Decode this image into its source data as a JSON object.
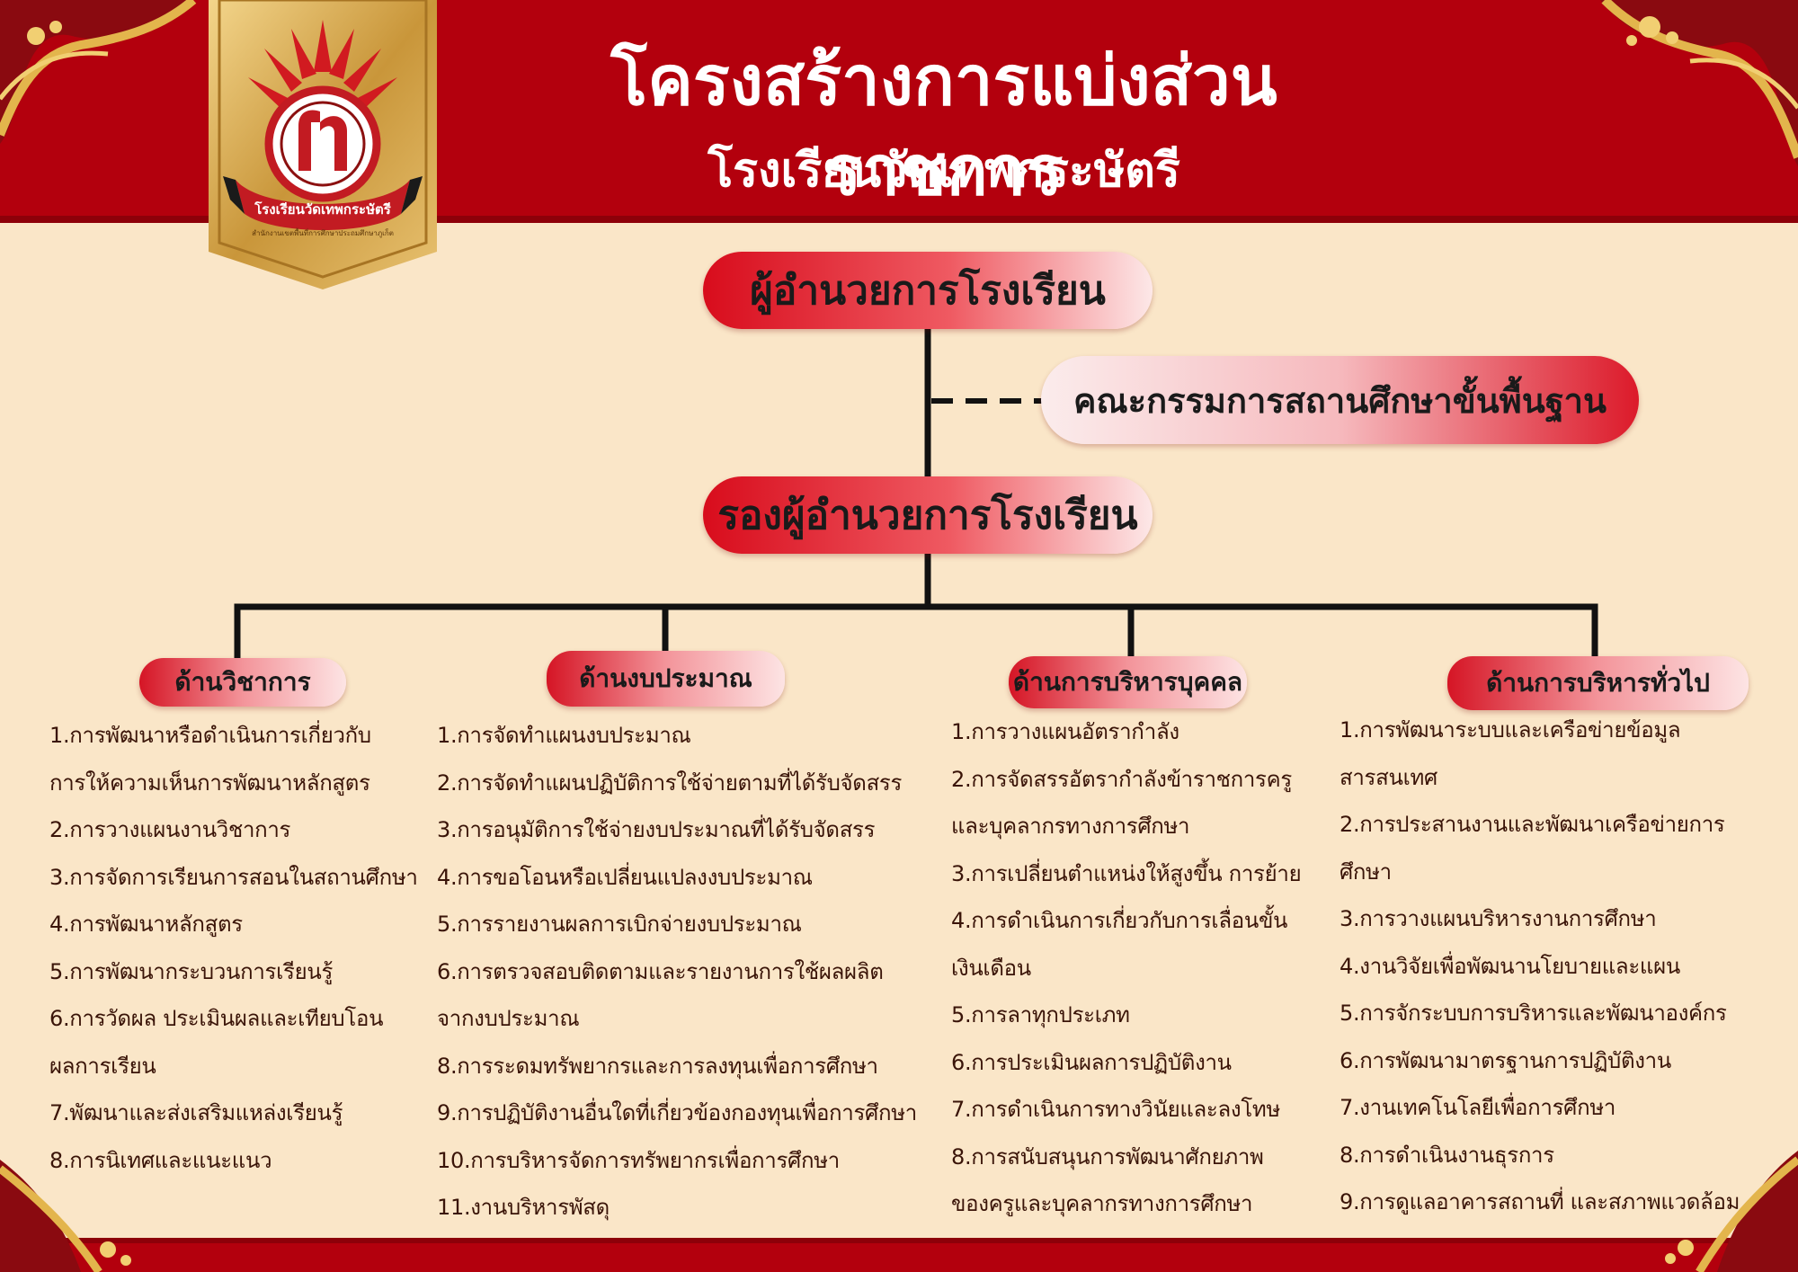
{
  "title": "โครงสร้างการแบ่งส่วนราชการ",
  "subtitle": "โรงเรียนวัดเทพกระษัตรี",
  "logo": {
    "text": "โรงเรียนวัดเทพกระษัตรี",
    "subtext": "สำนักงานเขตพื้นที่การศึกษาประถมศึกษาภูเก็ต",
    "emblem_letter": "ท",
    "icon": "school-emblem-icon"
  },
  "nodes": {
    "director": "ผู้อำนวยการโรงเรียน",
    "board": "คณะกรรมการสถานศึกษาขั้นพื้นฐาน",
    "deputy": "รองผู้อำนวยการโรงเรียน"
  },
  "departments": [
    {
      "name": "ด้านวิชาการ",
      "lines": [
        "1.การพัฒนาหรือดำเนินการเกี่ยวกับ",
        "การให้ความเห็นการพัฒนาหลักสูตร",
        "2.การวางแผนงานวิชาการ",
        "3.การจัดการเรียนการสอนในสถานศึกษา",
        "4.การพัฒนาหลักสูตร",
        "5.การพัฒนากระบวนการเรียนรู้",
        "6.การวัดผล ประเมินผลและเทียบโอน",
        "ผลการเรียน",
        "7.พัฒนาและส่งเสริมแหล่งเรียนรู้",
        "8.การนิเทศและแนะแนว"
      ]
    },
    {
      "name": "ด้านงบประมาณ",
      "lines": [
        "1.การจัดทำแผนงบประมาณ",
        "2.การจัดทำแผนปฏิบัติการใช้จ่ายตามที่ได้รับจัดสรร",
        "3.การอนุมัติการใช้จ่ายงบประมาณที่ได้รับจัดสรร",
        "4.การขอโอนหรือเปลี่ยนแปลงงบประมาณ",
        "5.การรายงานผลการเบิกจ่ายงบประมาณ",
        "6.การตรวจสอบติดตามและรายงานการใช้ผลผลิต",
        "จากงบประมาณ",
        "8.การระดมทรัพยากรและการลงทุนเพื่อการศึกษา",
        "9.การปฏิบัติงานอื่นใดที่เกี่ยวข้องกองทุนเพื่อการศึกษา",
        "10.การบริหารจัดการทรัพยากรเพื่อการศึกษา",
        "11.งานบริหารพัสดุ"
      ]
    },
    {
      "name": "ด้านการบริหารบุคคล",
      "lines": [
        "1.การวางแผนอัตรากำลัง",
        "2.การจัดสรรอัตรากำลังข้าราชการครู",
        "และบุคลากรทางการศึกษา",
        "3.การเปลี่ยนตำแหน่งให้สูงขึ้น การย้าย",
        "4.การดำเนินการเกี่ยวกับการเลื่อนขั้น",
        "เงินเดือน",
        "5.การลาทุกประเภท",
        "6.การประเมินผลการปฏิบัติงาน",
        "7.การดำเนินการทางวินัยและลงโทษ",
        "8.การสนับสนุนการพัฒนาศักยภาพ",
        "ของครูและบุคลากรทางการศึกษา"
      ]
    },
    {
      "name": "ด้านการบริหารทั่วไป",
      "lines": [
        "1.การพัฒนาระบบและเครือข่ายข้อมูล",
        "สารสนเทศ",
        "2.การประสานงานและพัฒนาเครือข่ายการ",
        "ศึกษา",
        "3.การวางแผนบริหารงานการศึกษา",
        "4.งานวิจัยเพื่อพัฒนานโยบายและแผน",
        "5.การจักระบบการบริหารและพัฒนาองค์กร",
        "6.การพัฒนามาตรฐานการปฏิบัติงาน",
        "7.งานเทคโนโลยีเพื่อการศึกษา",
        "8.การดำเนินงานธุรการ",
        "9.การดูแลอาคารสถานที่ และสภาพแวดล้อม"
      ]
    }
  ],
  "colors": {
    "header_red": "#b3000d",
    "background": "#fae6c8",
    "gold": "#d4a23c",
    "text": "#3a1408"
  }
}
